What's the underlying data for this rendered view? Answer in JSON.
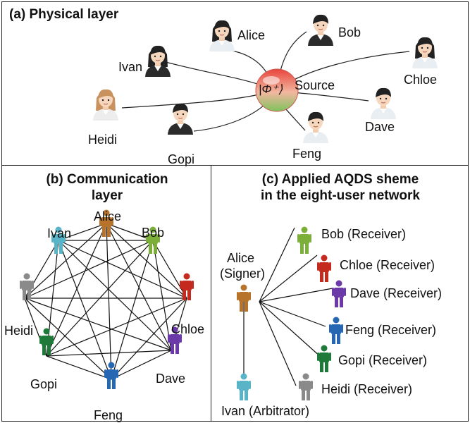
{
  "panel_a": {
    "title": "(a) Physical layer",
    "source_symbol": "|Φ⁺⟩",
    "source_label": "Source",
    "users": [
      "Alice",
      "Bob",
      "Chloe",
      "Dave",
      "Feng",
      "Gopi",
      "Heidi",
      "Ivan"
    ]
  },
  "panel_b": {
    "title_line1": "(b) Communication",
    "title_line2": "layer",
    "users": [
      {
        "name": "Alice",
        "color": "#b8732a"
      },
      {
        "name": "Bob",
        "color": "#7cae3a"
      },
      {
        "name": "Chloe",
        "color": "#c42a1e"
      },
      {
        "name": "Dave",
        "color": "#6b3aa8"
      },
      {
        "name": "Feng",
        "color": "#2667b4"
      },
      {
        "name": "Gopi",
        "color": "#1f7a3a"
      },
      {
        "name": "Heidi",
        "color": "#8a8a8a"
      },
      {
        "name": "Ivan",
        "color": "#5ab4c8"
      }
    ]
  },
  "panel_c": {
    "title_line1": "(c) Applied AQDS sheme",
    "title_line2": "in the eight-user network",
    "signer_line1": "Alice",
    "signer_line2": "(Signer)",
    "receivers": [
      "Bob (Receiver)",
      "Chloe (Receiver)",
      "Dave (Receiver)",
      "Feng (Receiver)",
      "Gopi (Receiver)",
      "Heidi (Receiver)"
    ],
    "arbitrator": "Ivan (Arbitrator)"
  }
}
